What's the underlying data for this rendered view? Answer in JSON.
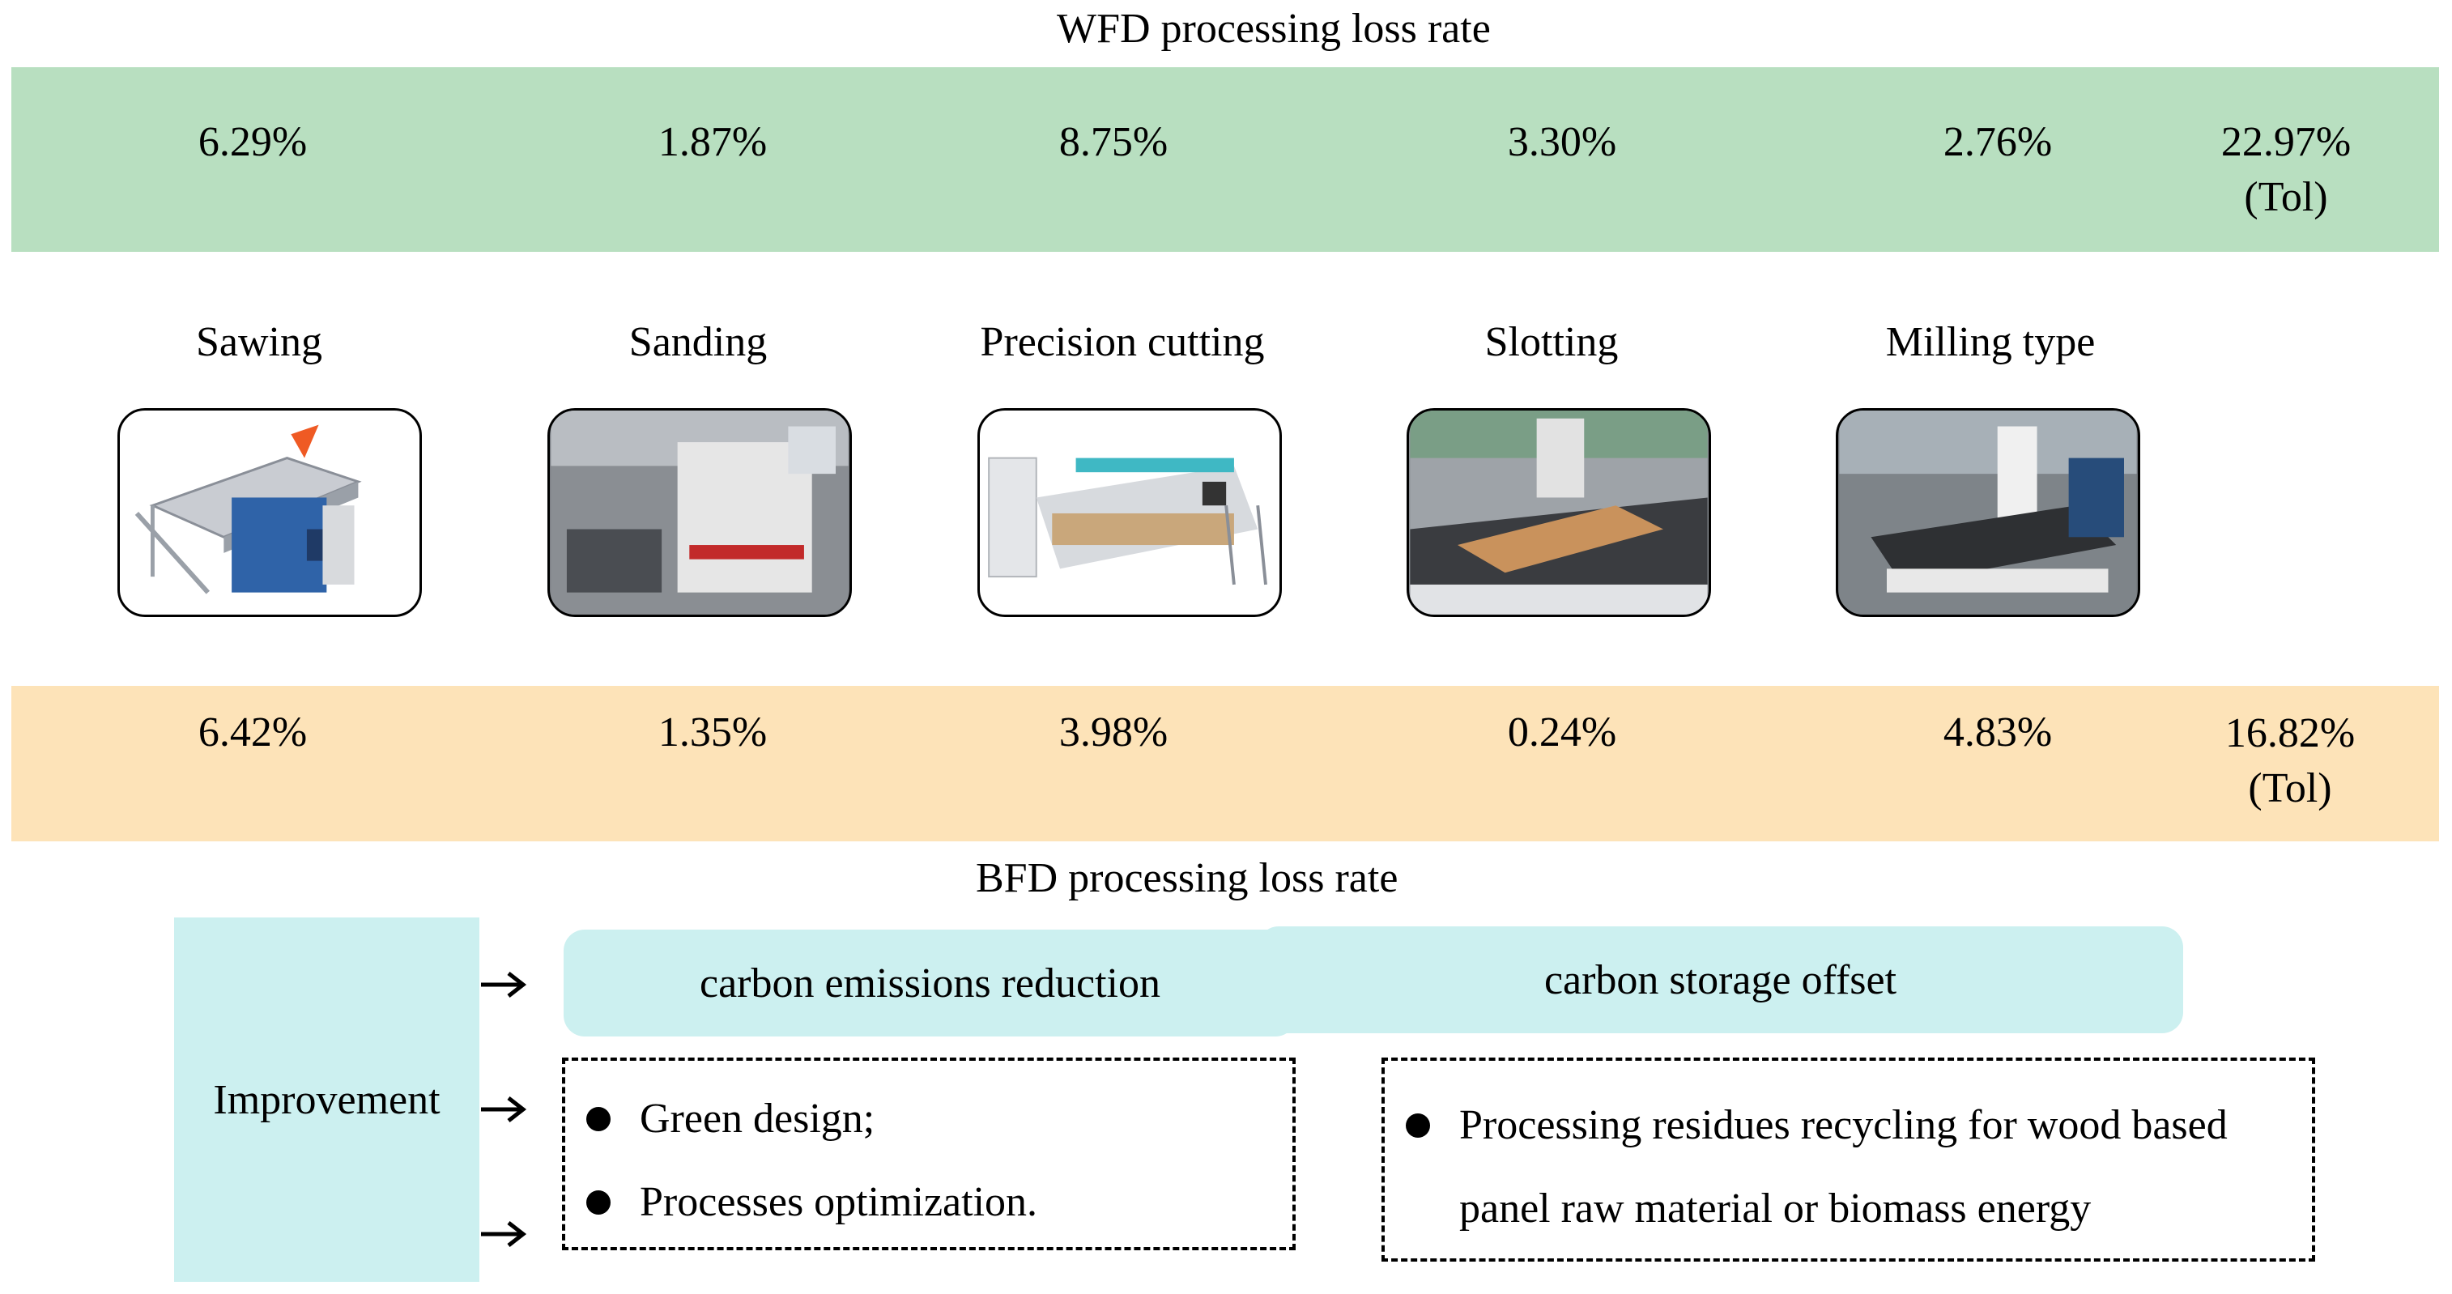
{
  "wfd": {
    "title": "WFD  processing loss rate",
    "values": [
      "6.29%",
      "1.87%",
      "8.75%",
      "3.30%",
      "2.76%"
    ],
    "total_value": "22.97%",
    "total_suffix": "(Tol)"
  },
  "processes": [
    {
      "label": "Sawing",
      "image": "panel-saw-machine"
    },
    {
      "label": "Sanding",
      "image": "wide-belt-sander-machine"
    },
    {
      "label": "Precision cutting",
      "image": "double-end-tenoner-machine"
    },
    {
      "label": "Slotting",
      "image": "cnc-router-slotting-machine"
    },
    {
      "label": "Milling  type",
      "image": "cnc-milling-machine"
    }
  ],
  "bfd": {
    "title": "BFD processing loss rate",
    "values": [
      "6.42%",
      "1.35%",
      "3.98%",
      "0.24%",
      "4.83%"
    ],
    "total_value": "16.82%",
    "total_suffix": "(Tol)"
  },
  "improvement": {
    "label": "Improvement",
    "reduction_label": "carbon emissions  reduction",
    "offset_label": "carbon storage offset",
    "reduction_items": [
      "Green design;",
      "Processes optimization."
    ],
    "offset_items": [
      "Processing residues recycling for wood based",
      "panel raw material or biomass energy"
    ]
  },
  "colors": {
    "wfd_band": "#b8dfc0",
    "bfd_band": "#fde3b8",
    "improvement_fill": "#ccf0f0"
  }
}
